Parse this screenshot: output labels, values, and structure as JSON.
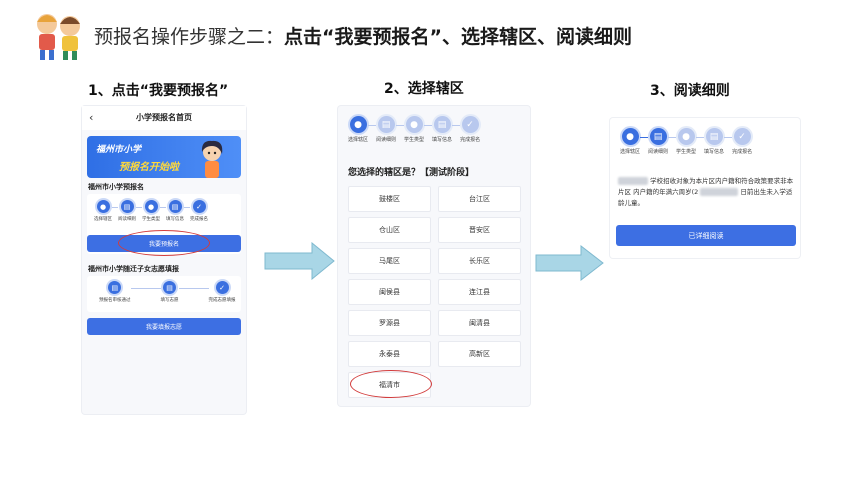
{
  "title": {
    "prefix": "预报名操作步骤之二：",
    "bold": "点击“我要预报名”、选择辖区、阅读细则"
  },
  "step_headings": [
    "1、点击“我要预报名”",
    "2、选择辖区",
    "3、阅读细则"
  ],
  "panel1": {
    "back_icon": "‹",
    "page_title": "小学预报名首页",
    "banner_line1": "福州市小学",
    "banner_line2": "预报名开始啦",
    "section1_title": "福州市小学预报名",
    "steps": [
      "选择辖区",
      "阅读细则",
      "学生类型",
      "填写信息",
      "完成报名"
    ],
    "register_button": "我要预报名",
    "section2_title": "福州市小学随迁子女志愿填报",
    "steps2": [
      "预报名审核通过",
      "填写志愿",
      "完成志愿填报"
    ],
    "volunteer_button": "我要填报志愿"
  },
  "panel2": {
    "steps": [
      "选择辖区",
      "阅读细则",
      "学生类型",
      "填写信息",
      "完成报名"
    ],
    "question": "您选择的辖区是？【测试阶段】",
    "districts": [
      "鼓楼区",
      "台江区",
      "仓山区",
      "晋安区",
      "马尾区",
      "长乐区",
      "闽侯县",
      "连江县",
      "罗源县",
      "闽清县",
      "永泰县",
      "高新区",
      "福清市"
    ]
  },
  "panel3": {
    "steps": [
      "选择辖区",
      "阅读细则",
      "学生类型",
      "填写信息",
      "完成报名"
    ],
    "text_part1": "学校招收对象为本片区内户籍和符合政策要求非本片区",
    "text_part2": "内户籍的年满六周岁(2",
    "text_part3": "日前出生未入学适龄儿童。",
    "read_button": "已详细阅读"
  },
  "colors": {
    "accent": "#3d6fe3",
    "highlight": "#d23c3c",
    "arrow": "#a9d6e6"
  }
}
